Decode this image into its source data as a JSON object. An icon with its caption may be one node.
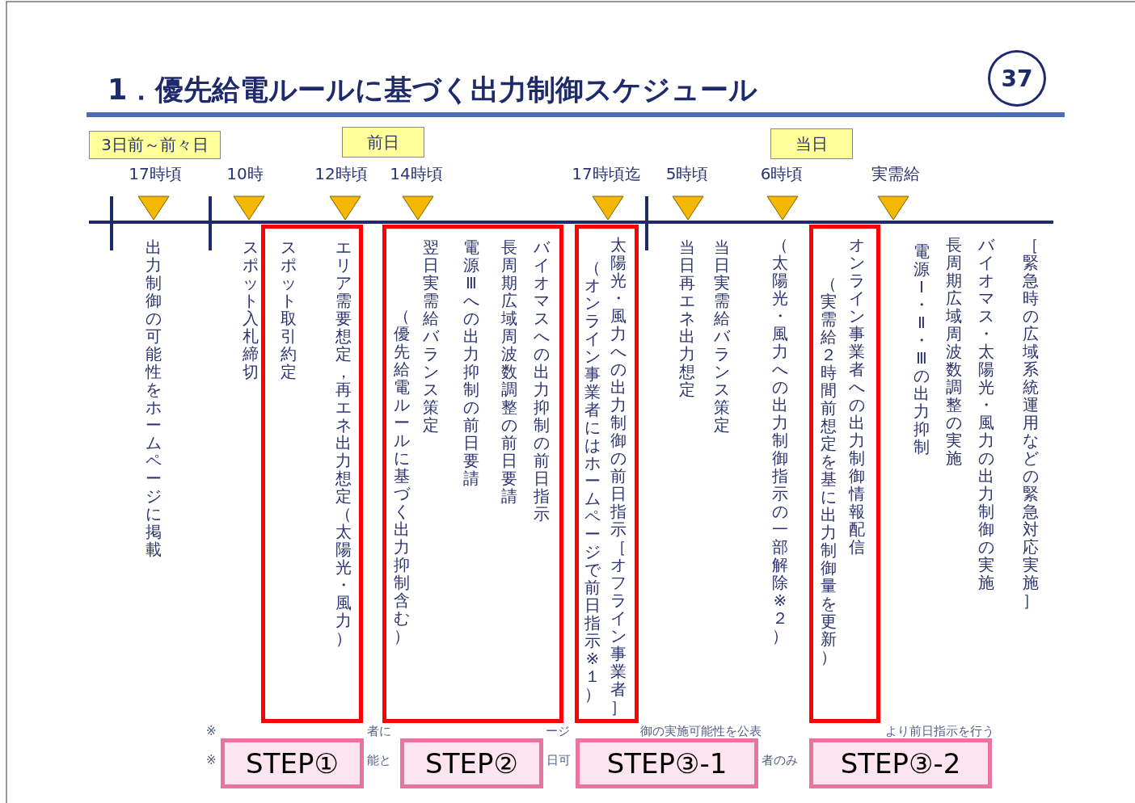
{
  "diagram": {
    "title": "1．優先給電ルールに基づく出力制御スケジュール",
    "nodes": [
      {
        "text": [
          "37"
        ]
      },
      {
        "text": [
          "3日前～前々日"
        ]
      },
      {
        "text": [
          "前日"
        ]
      },
      {
        "text": [
          "当日"
        ]
      },
      {
        "text": [
          "スポット取引約定",
          "エリア需要想定，再エネ出力想定（太陽光・風力）"
        ]
      },
      {
        "text": [
          "（優先給電ルールに基づく出力抑制含む）",
          "翌日実需給バランス策定",
          "電源Ⅲへの出力抑制の前日要請",
          "長周期広域周波数調整の前日要請",
          "バイオマスへの出力抑制の前日指示"
        ]
      },
      {
        "text": [
          "（オンライン事業者にはホームページで前日指示※１）",
          "太陽光・風力への出力制御の前日指示［オフライン事業者］"
        ]
      },
      {
        "text": [
          "（実需給２時間前想定を基に出力制御量を更新）",
          "オンライン事業者への出力制御情報配信"
        ]
      },
      {
        "text": [
          "STEP①"
        ]
      },
      {
        "text": [
          "STEP②"
        ]
      },
      {
        "text": [
          "STEP③-1"
        ]
      },
      {
        "text": [
          "STEP③-2"
        ]
      }
    ],
    "labels": [
      "17時頃",
      "10時",
      "12時頃",
      "14時頃",
      "17時頃迄",
      "5時頃",
      "6時頃",
      "実需給",
      "出力制御の可能性をホームページに掲載",
      "スポット入札締切",
      "当日再エネ出力想定",
      "当日実需給バランス策定",
      "（太陽光・風力への出力制御指示の一部解除※２）",
      "電源Ⅰ・Ⅱ・Ⅲの出力抑制",
      "長周期広域周波数調整の実施",
      "バイオマス・太陽光・風力の出力制御の実施",
      "［緊急時の広域系統運用などの緊急対応実施］",
      "※",
      "者に",
      "ージ",
      "御の実施可能性を公表",
      "より前日指示を行う",
      "※",
      "能と",
      "日可",
      "者のみ"
    ]
  }
}
